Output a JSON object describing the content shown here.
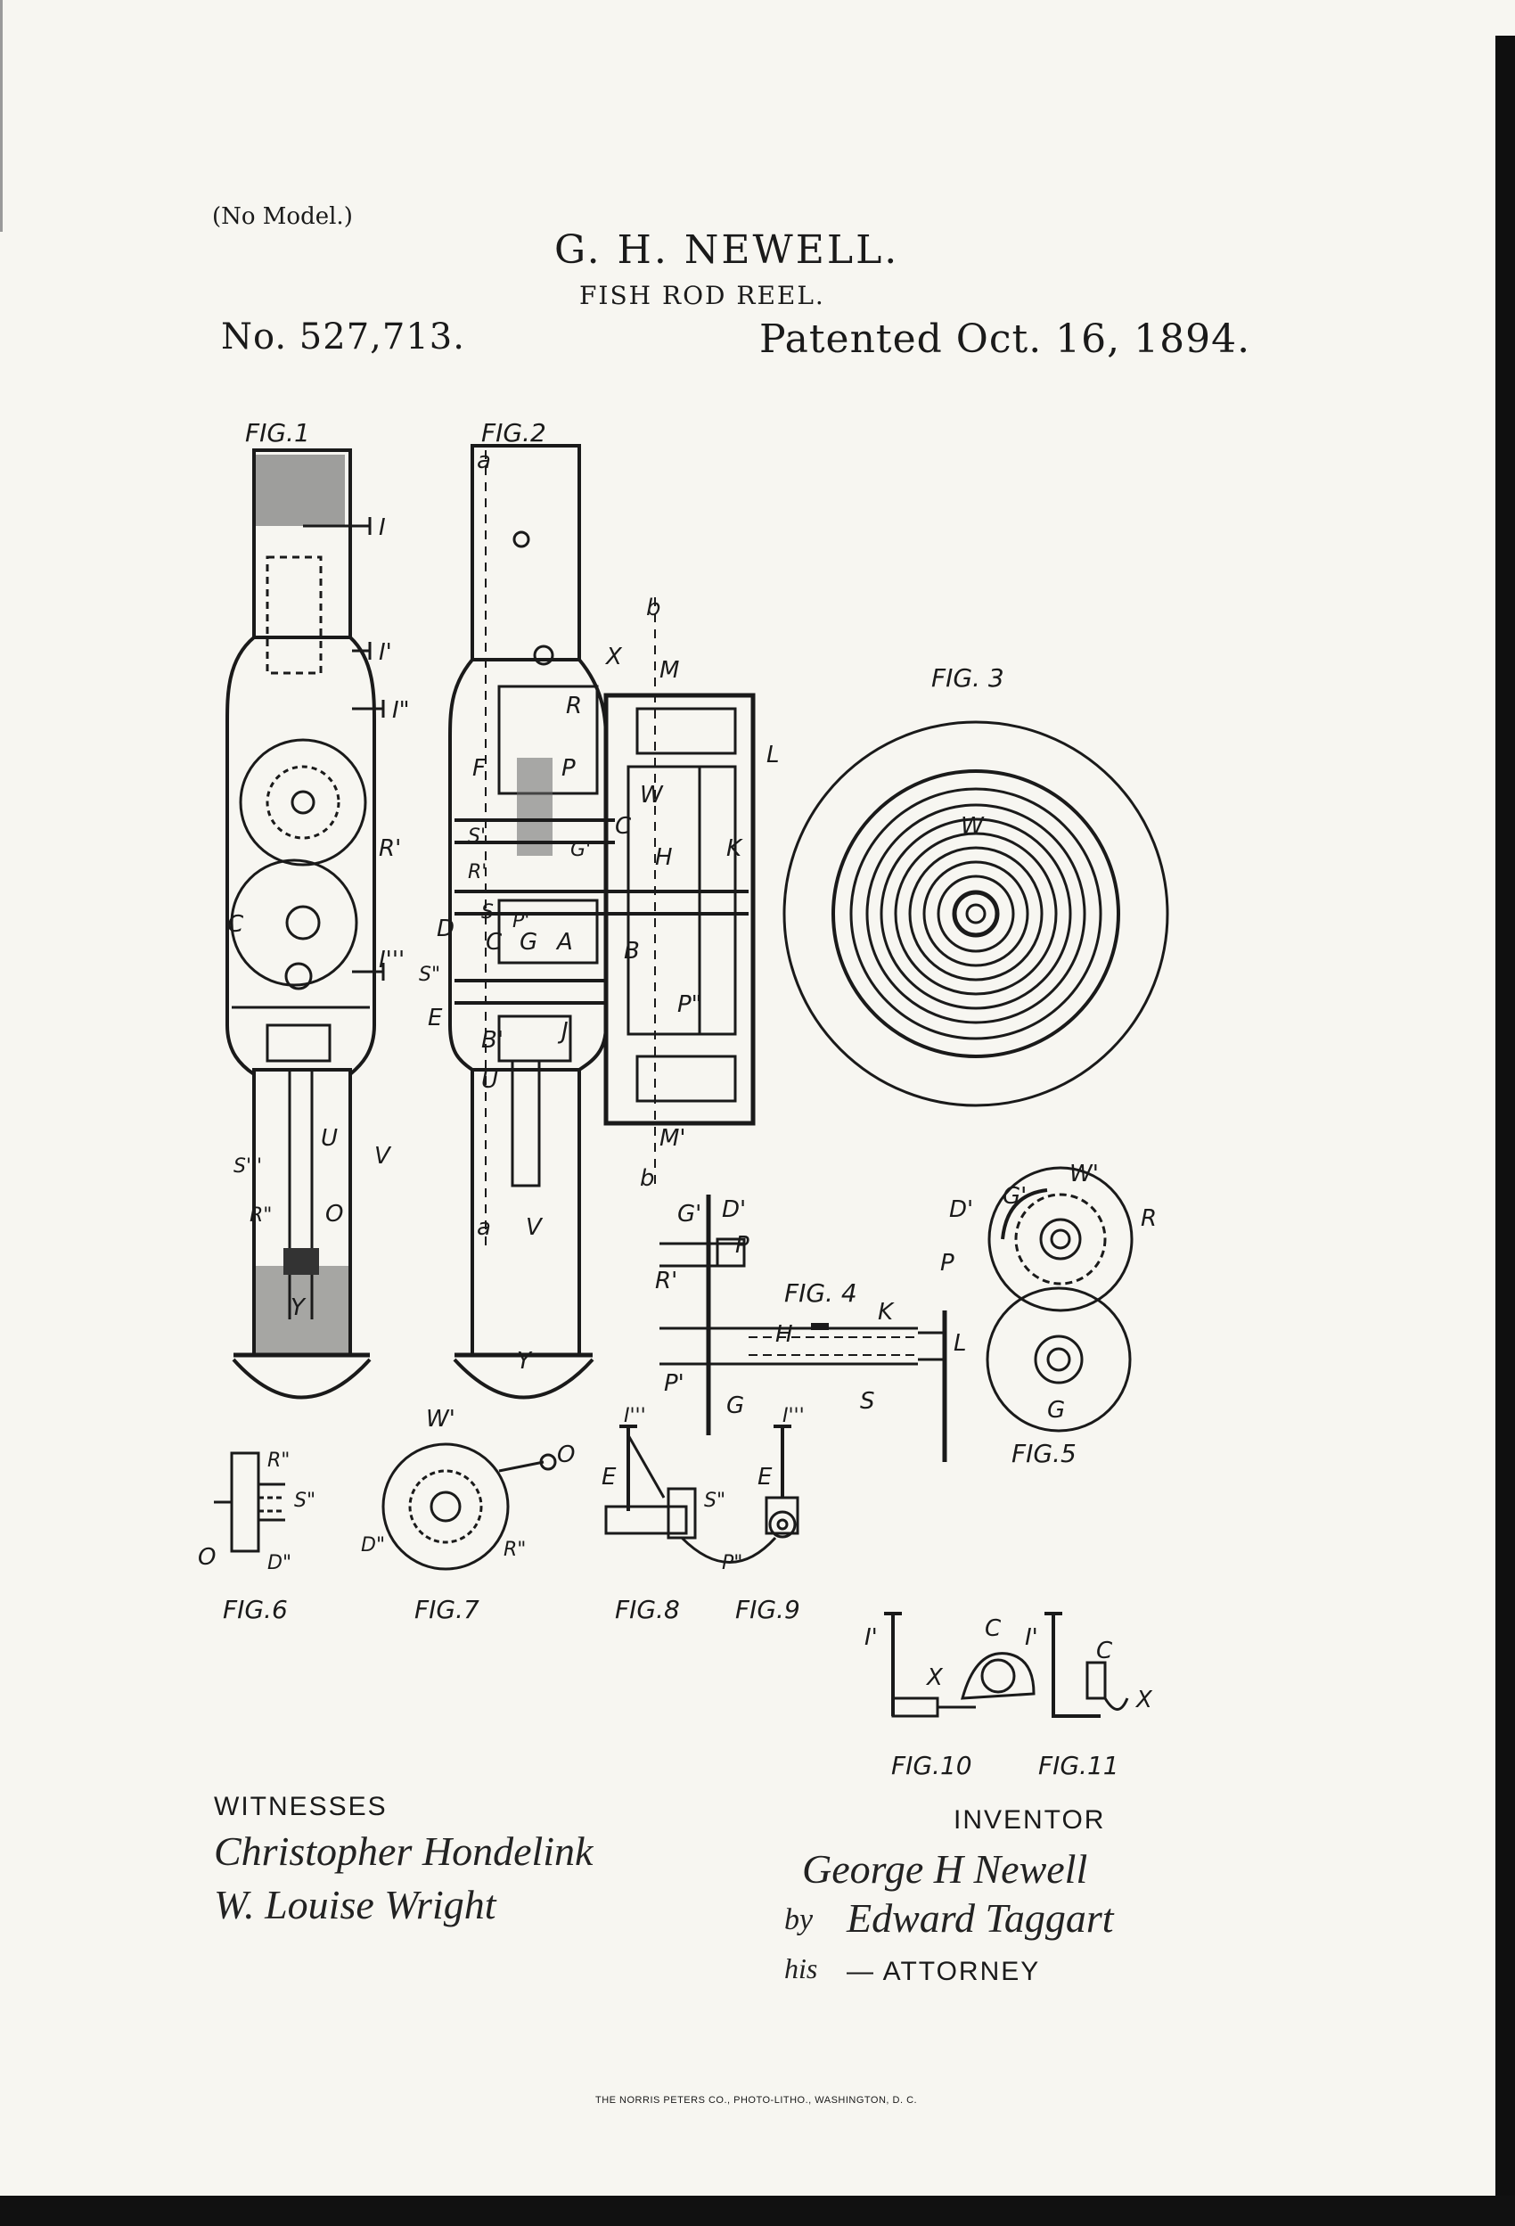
{
  "header": {
    "no_model": "(No Model.)",
    "inventor_name": "G. H. NEWELL.",
    "title": "FISH ROD REEL.",
    "patent_number": "No. 527,713.",
    "patented_date": "Patented Oct. 16, 1894."
  },
  "figures": {
    "fig1": "FIG.1",
    "fig2": "FIG.2",
    "fig3": "FIG. 3",
    "fig4": "FIG. 4",
    "fig5": "FIG.5",
    "fig6": "FIG.6",
    "fig7": "FIG.7",
    "fig8": "FIG.8",
    "fig9": "FIG.9",
    "fig10": "FIG.10",
    "fig11": "FIG.11"
  },
  "labels": {
    "I": "I",
    "I1": "I'",
    "I2": "I\"",
    "I3": "I'''",
    "R": "R",
    "R1": "R'",
    "R2": "R\"",
    "C": "C",
    "D": "D",
    "D1": "D'",
    "D2": "D\"",
    "S": "S",
    "S1": "S'",
    "S3": "S'''",
    "S2": "S\"",
    "U": "U",
    "V": "V",
    "Y": "Y",
    "O": "O",
    "a": "a",
    "b": "b",
    "X": "X",
    "M": "M",
    "M1": "M'",
    "L": "L",
    "F": "F",
    "P": "P",
    "P1": "P'",
    "P2": "P\"",
    "G": "G",
    "G1": "G'",
    "W": "W",
    "W1": "W'",
    "H": "H",
    "K": "K",
    "A": "A",
    "B": "B",
    "B1": "B'",
    "E": "E",
    "J": "J"
  },
  "signatures": {
    "witnesses_heading": "WITNESSES",
    "witness_1": "Christopher Hondelink",
    "witness_2": "W. Louise Wright",
    "inventor_heading": "INVENTOR",
    "inventor_signature": "George H Newell",
    "by": "by",
    "attorney_signature": "Edward Taggart",
    "his": "his",
    "attorney_heading": "— ATTORNEY"
  },
  "footer": "THE NORRIS PETERS CO., PHOTO-LITHO., WASHINGTON, D. C."
}
